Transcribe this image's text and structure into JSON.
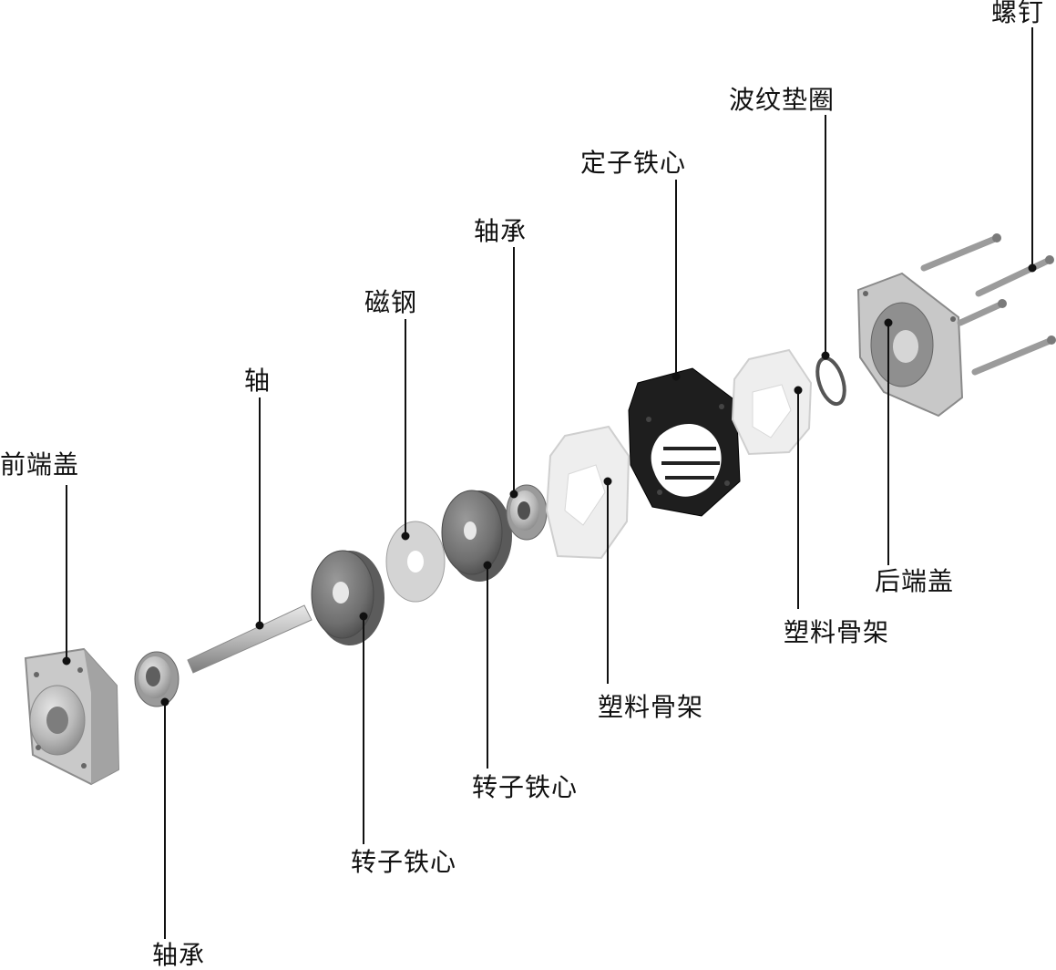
{
  "labels": {
    "front_cover": "前端盖",
    "bearing_front": "轴承",
    "shaft": "轴",
    "rotor_core_1": "转子铁心",
    "magnet": "磁钢",
    "rotor_core_2": "转子铁心",
    "bearing_rear": "轴承",
    "bobbin_1": "塑料骨架",
    "stator_core": "定子铁心",
    "bobbin_2": "塑料骨架",
    "wave_washer": "波纹垫圈",
    "rear_cover": "后端盖",
    "screw": "螺钉"
  }
}
